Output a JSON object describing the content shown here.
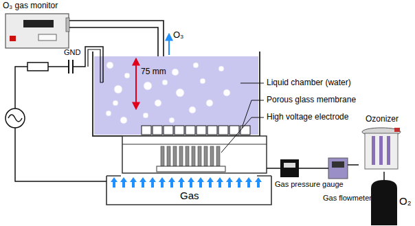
{
  "diagram": {
    "nodes": [
      {
        "text": [
          "O₃ gas monitor"
        ]
      },
      {
        "text": [
          "Ozonizer"
        ]
      },
      {
        "text": [
          "Gas pressure gauge"
        ]
      },
      {
        "text": [
          "Gas flowmeter"
        ]
      },
      {
        "text": [
          "O₂"
        ]
      }
    ],
    "edges": [
      {
        "from": 2,
        "to": 3,
        "arrow": "none"
      },
      {
        "from": 3,
        "to": 1,
        "arrow": "none"
      },
      {
        "from": 1,
        "to": 4,
        "arrow": "none"
      }
    ],
    "labels": [
      "GND",
      "O₃",
      "75 mm",
      "Liquid chamber (water)",
      "Porous glass membrane",
      "High voltage electrode",
      "Gas"
    ]
  }
}
